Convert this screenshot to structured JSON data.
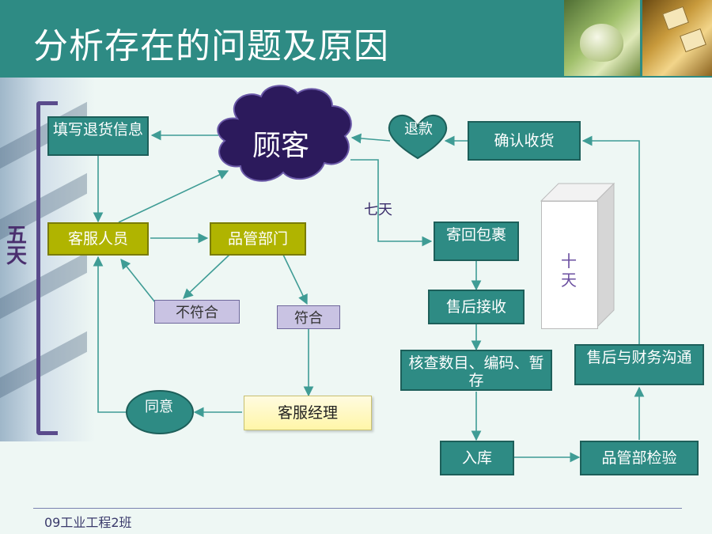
{
  "title": "分析存在的问题及原因",
  "side_label": "五天",
  "footer": "09工业工程2班",
  "nodes": {
    "customer": "顾客",
    "fill_return_info": "填写退货信息",
    "customer_service": "客服人员",
    "quality_dept": "品管部门",
    "not_conform": "不符合",
    "conform": "符合",
    "cs_manager": "客服经理",
    "agree": "同意",
    "refund": "退款",
    "confirm_receipt": "确认收货",
    "send_back": "寄回包裹",
    "after_sales_receive": "售后接收",
    "check_items": "核查数目、编码、暂存",
    "warehouse_in": "入库",
    "quality_inspection": "品管部检验",
    "after_sales_finance": "售后与财务沟通",
    "ten_days": "十天"
  },
  "edge_labels": {
    "seven_days": "七天"
  },
  "colors": {
    "header": "#2e8b84",
    "box": "#2e8b84",
    "box_border": "#1d5f5a",
    "olive": "#b0b400",
    "cloud": "#2c1a5c",
    "purple_light": "#c9c3e3"
  }
}
